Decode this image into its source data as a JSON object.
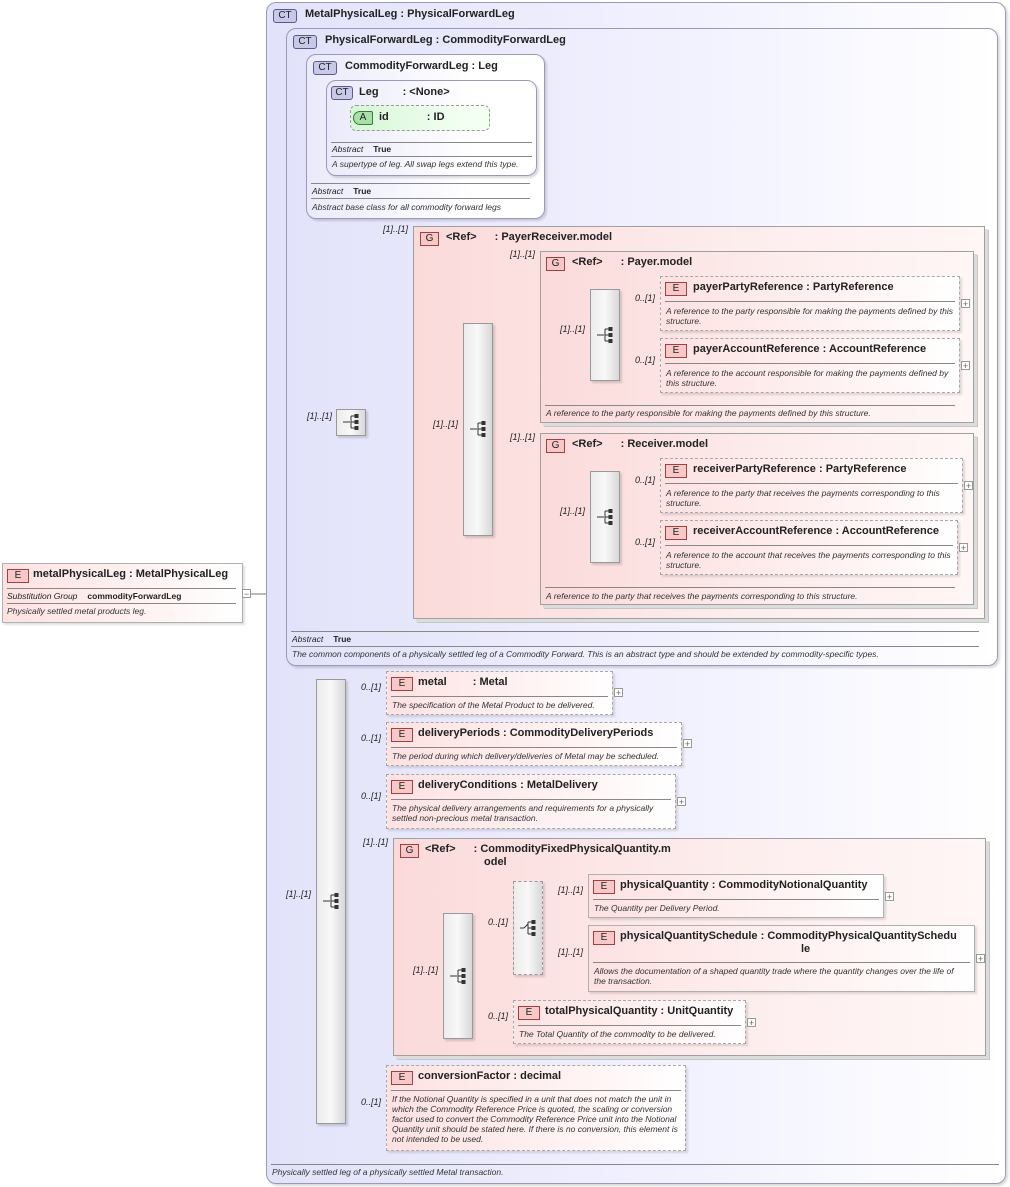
{
  "badges": {
    "ct": "CT",
    "e": "E",
    "g": "G",
    "a": "A"
  },
  "root": {
    "name": "metalPhysicalLeg",
    "sep": ":",
    "type": "MetalPhysicalLeg",
    "prop_label": "Substitution Group",
    "prop_value": "commodityForwardLeg",
    "desc": "Physically settled metal products leg."
  },
  "ct_main": {
    "name": "MetalPhysicalLeg",
    "sep": ":",
    "type": "PhysicalForwardLeg",
    "desc": "Physically settled leg of a physically settled Metal transaction."
  },
  "ct_pfl": {
    "name": "PhysicalForwardLeg",
    "sep": ":",
    "type": "CommodityForwardLeg",
    "prop_label": "Abstract",
    "prop_value": "True",
    "desc": "The common components of a physically settled leg of a Commodity Forward. This is an abstract type and should be extended by commodity-specific types."
  },
  "ct_cfl": {
    "name": "CommodityForwardLeg",
    "sep": ":",
    "type": "Leg",
    "prop_label": "Abstract",
    "prop_value": "True",
    "desc": "Abstract base class for all commodity forward legs"
  },
  "ct_leg": {
    "name": "Leg",
    "sep": ":",
    "type": "<None>",
    "prop_label": "Abstract",
    "prop_value": "True",
    "desc": "A supertype of leg. All swap legs extend this type."
  },
  "attr_id": {
    "name": "id",
    "sep": ":",
    "type": "ID"
  },
  "g_payer_receiver": {
    "name": "<Ref>",
    "sep": ":",
    "type": "PayerReceiver.model",
    "card": "[1]..[1]"
  },
  "g_payer": {
    "name": "<Ref>",
    "sep": ":",
    "type": "Payer.model",
    "card": "[1]..[1]",
    "desc": "A reference to the party responsible for making the payments defined by this structure."
  },
  "g_receiver": {
    "name": "<Ref>",
    "sep": ":",
    "type": "Receiver.model",
    "card": "[1]..[1]",
    "desc": "A reference to the party that receives the payments corresponding to this structure."
  },
  "e_payer_party": {
    "name": "payerPartyReference",
    "sep": ":",
    "type": "PartyReference",
    "card": "0..[1]",
    "desc": "A reference to the party responsible for making the payments defined by this structure."
  },
  "e_payer_account": {
    "name": "payerAccountReference",
    "sep": ":",
    "type": "AccountReference",
    "card": "0..[1]",
    "desc": "A reference to the account responsible for making the payments defined by this structure."
  },
  "e_receiver_party": {
    "name": "receiverPartyReference",
    "sep": ":",
    "type": "PartyReference",
    "card": "0..[1]",
    "desc": "A reference to the party that receives the payments corresponding to this structure."
  },
  "e_receiver_account": {
    "name": "receiverAccountReference",
    "sep": ":",
    "type": "AccountReference",
    "card": "0..[1]",
    "desc": "A reference to the account that receives the payments corresponding to this structure."
  },
  "e_metal": {
    "name": "metal",
    "sep": ":",
    "type": "Metal",
    "card": "0..[1]",
    "desc": "The specification of the Metal Product to be delivered."
  },
  "e_delivery_periods": {
    "name": "deliveryPeriods",
    "sep": ":",
    "type": "CommodityDeliveryPeriods",
    "card": "0..[1]",
    "desc": "The period during which delivery/deliveries of Metal may be scheduled."
  },
  "e_delivery_conditions": {
    "name": "deliveryConditions",
    "sep": ":",
    "type": "MetalDelivery",
    "card": "0..[1]",
    "desc": "The physical delivery arrangements and requirements for a physically settled non-precious metal transaction."
  },
  "g_quantity": {
    "name": "<Ref>",
    "sep": ":",
    "type_line1": "CommodityFixedPhysicalQuantity.m",
    "type_line2": "odel",
    "card": "[1]..[1]"
  },
  "e_physical_quantity": {
    "name": "physicalQuantity",
    "sep": ":",
    "type": "CommodityNotionalQuantity",
    "card": "[1]..[1]",
    "desc": "The Quantity per Delivery Period."
  },
  "e_physical_quantity_schedule": {
    "name": "physicalQuantitySchedule",
    "sep": ":",
    "type_line1": "CommodityPhysicalQuantitySchedu",
    "type_line2": "le",
    "card": "[1]..[1]",
    "desc": "Allows the documentation of a shaped quantity trade where the quantity changes over the life of the transaction."
  },
  "e_total_quantity": {
    "name": "totalPhysicalQuantity",
    "sep": ":",
    "type": "UnitQuantity",
    "card": "0..[1]",
    "desc": "The Total Quantity of the commodity to be delivered."
  },
  "e_conversion_factor": {
    "name": "conversionFactor",
    "sep": ":",
    "type": "decimal",
    "card": "0..[1]",
    "desc": "If the Notional Quantity is specified in a unit that does not match the unit in which the Commodity Reference Price is quoted, the scaling or conversion factor used to convert the Commodity Reference Price unit into the Notional Quantity unit should be stated here. If there is no conversion, this element is not intended to be used."
  },
  "seq_cards": {
    "pfl_seq": "[1]..[1]",
    "pr_inner": "[1]..[1]",
    "payer_seq": "[1]..[1]",
    "receiver_seq": "[1]..[1]",
    "main_seq": "[1]..[1]",
    "qty_choice": "0..[1]",
    "qty_seq": "[1]..[1]"
  },
  "expanders": {
    "plus": "+",
    "minus": "−"
  }
}
